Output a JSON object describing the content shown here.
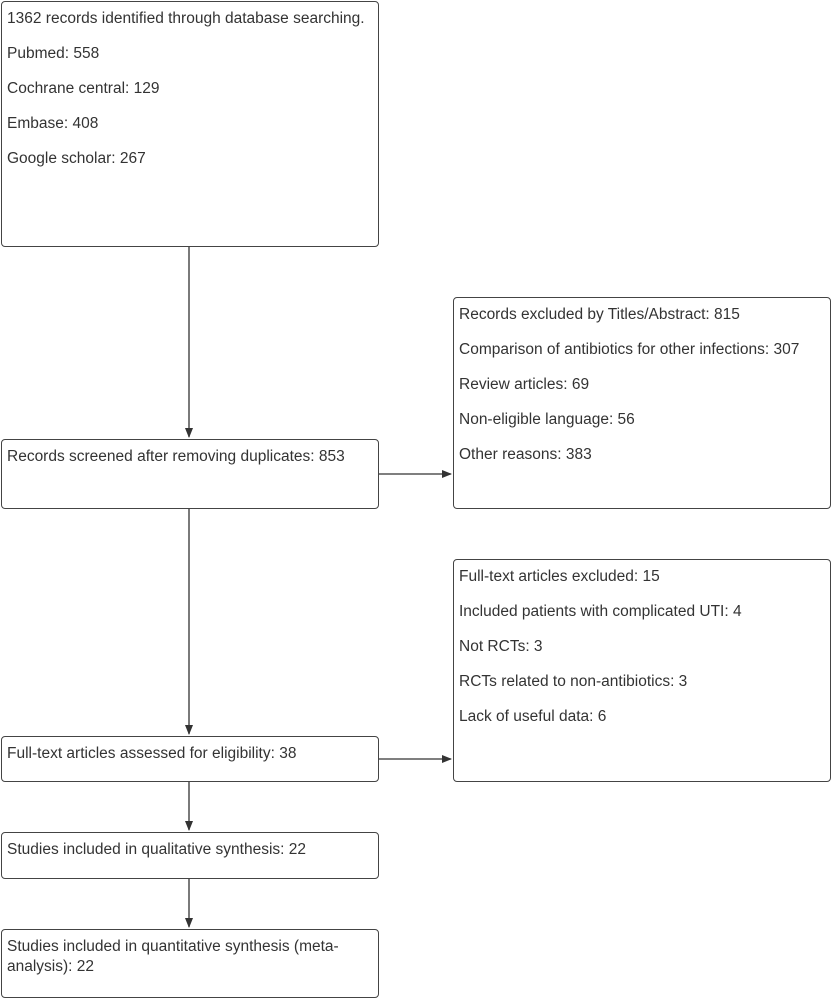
{
  "identification": {
    "records_line": "1362 records identified through database searching.",
    "sources": [
      {
        "label": "Pubmed: 558"
      },
      {
        "label": "Cochrane central: 129"
      },
      {
        "label": "Embase: 408"
      },
      {
        "label": "Google scholar: 267"
      }
    ]
  },
  "screening": {
    "label": "Records screened after removing duplicates: 853"
  },
  "title_abstract_exclusion": {
    "title": "Records excluded by Titles/Abstract: 815",
    "reasons": [
      {
        "label": "Comparison of antibiotics for other infections: 307"
      },
      {
        "label": "Review articles: 69"
      },
      {
        "label": "Non-eligible language: 56"
      },
      {
        "label": "Other reasons: 383"
      }
    ]
  },
  "eligibility": {
    "label": "Full-text articles assessed for eligibility: 38"
  },
  "fulltext_exclusion": {
    "title": "Full-text articles excluded: 15",
    "reasons": [
      {
        "label": "Included patients with complicated UTI: 4"
      },
      {
        "label": "Not RCTs: 3"
      },
      {
        "label": "RCTs related to non-antibiotics: 3"
      },
      {
        "label": "Lack of useful data: 6"
      }
    ]
  },
  "qualitative": {
    "label": "Studies included in qualitative synthesis: 22"
  },
  "quantitative": {
    "label": "Studies included in quantitative synthesis (meta-analysis): 22"
  },
  "colors": {
    "border": "#444444",
    "text": "#333333",
    "arrow": "#333333"
  }
}
